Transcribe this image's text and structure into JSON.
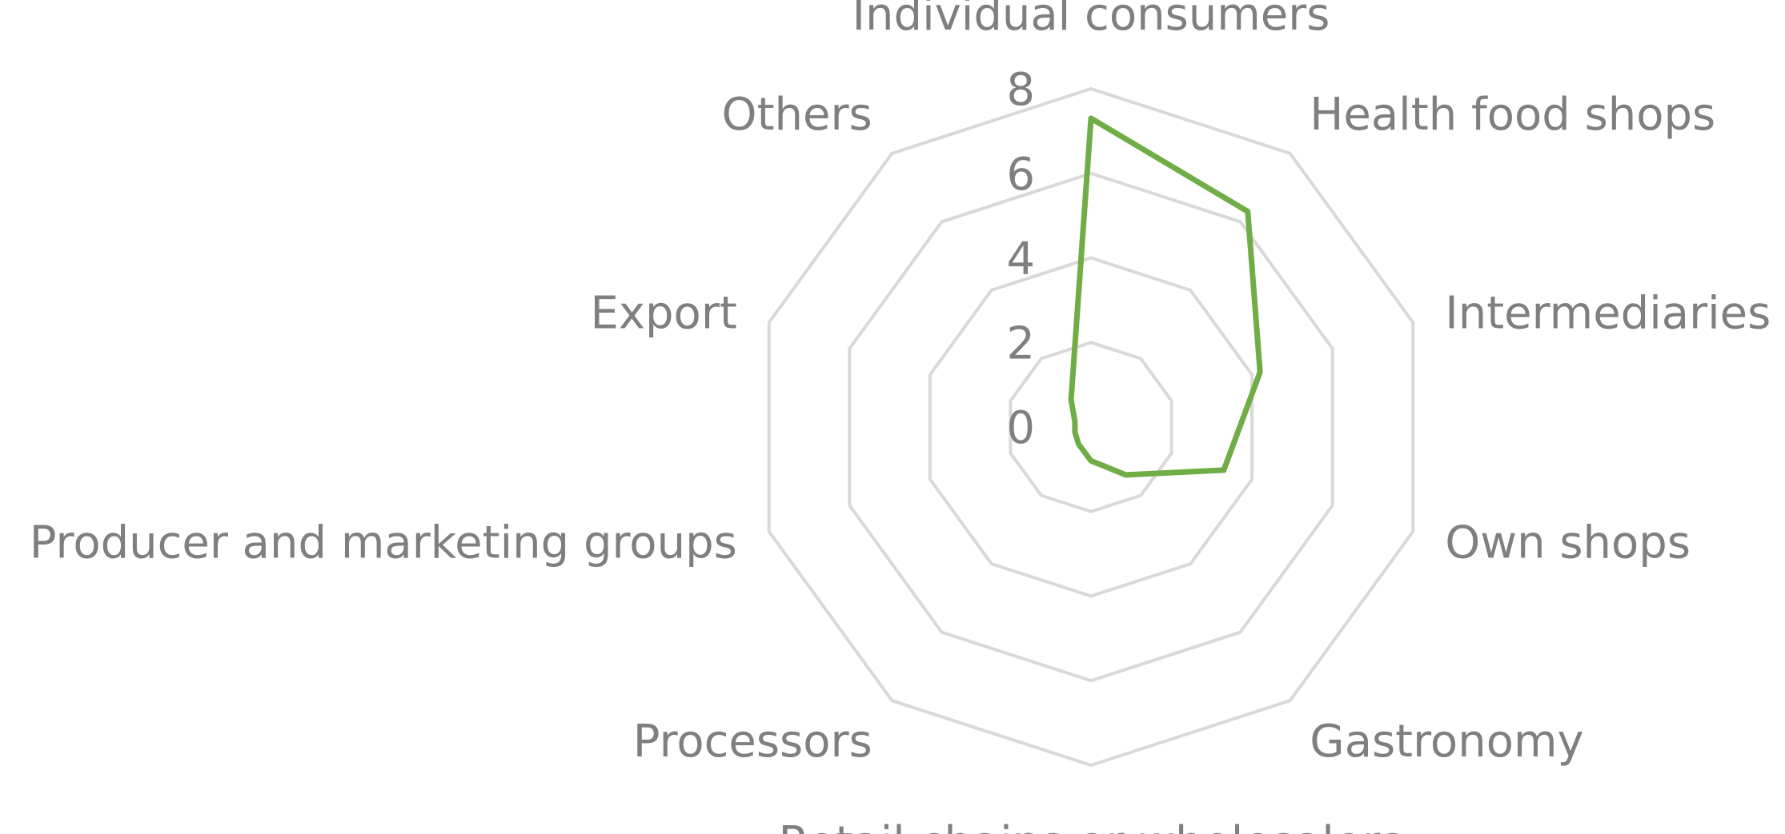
{
  "chart_data": {
    "type": "radar",
    "title": "",
    "categories": [
      "Individual consumers",
      "Health food shops",
      "Intermediaries",
      "Own shops",
      "Gastronomy",
      "Retail chains or wholesalers",
      "Processors",
      "Producer and marketing groups",
      "Export",
      "Others"
    ],
    "series": [
      {
        "values": [
          7.3,
          6.3,
          4.2,
          3.3,
          1.4,
          0.8,
          0.5,
          0.4,
          0.4,
          0.8
        ],
        "color": "#70ad47"
      }
    ],
    "rlim": [
      0,
      8
    ],
    "ticks": [
      0,
      2,
      4,
      6,
      8
    ],
    "tick_labels": [
      "0",
      "2",
      "4",
      "6",
      "8"
    ],
    "grid": true,
    "legend": "none"
  },
  "colors": {
    "grid": "#d9d9d9",
    "text": "#7f7f7f",
    "series": "#70ad47"
  }
}
